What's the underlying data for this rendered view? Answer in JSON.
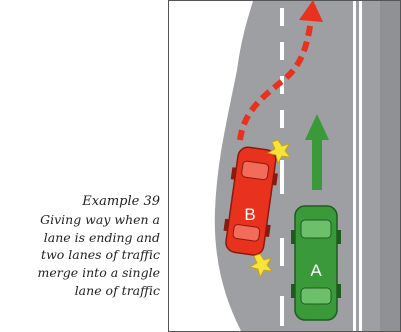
{
  "caption": {
    "title": "Example 39",
    "lines": [
      "Giving way when a",
      "lane is ending and",
      "two lanes of traffic",
      "merge into a single",
      "lane of traffic"
    ]
  },
  "car_labels": {
    "car_b": "B",
    "car_a": "A"
  },
  "colors": {
    "road": "#9d9fa2",
    "roadside": "#ffffff",
    "lane_marking": "#ffffff",
    "car_b": "#e8321e",
    "car_a": "#3a9a3a",
    "path_arrow": "#e8321e",
    "direction_arrow": "#3a9a3a",
    "collision_star": "#f7e33a"
  }
}
